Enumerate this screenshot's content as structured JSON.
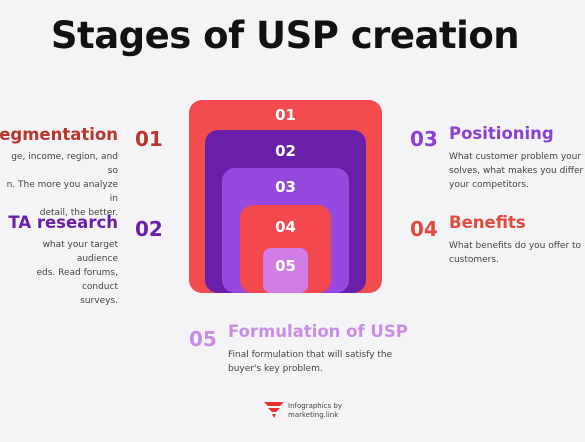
{
  "title": "Stages of USP creation",
  "colors": {
    "stage1": "#f24c4f",
    "stage2": "#6a1fa8",
    "stage3": "#9648df",
    "stage4": "#f2484e",
    "stage5": "#d27de6"
  },
  "stages": [
    {
      "num": "01",
      "heading": "segmentation",
      "desc": [
        "ge, income, region, and so",
        "n. The more you analyze in",
        "detail, the better."
      ]
    },
    {
      "num": "02",
      "heading": "TA research",
      "desc": [
        "what your target audience",
        "eds. Read forums, conduct",
        "surveys."
      ]
    },
    {
      "num": "03",
      "heading": "Positioning",
      "desc": [
        "What customer problem your",
        "solves, what makes you differ",
        "your competitors."
      ]
    },
    {
      "num": "04",
      "heading": "Benefits",
      "desc": [
        "What benefits do you offer to",
        "customers."
      ]
    },
    {
      "num": "05",
      "heading": "Formulation of USP",
      "desc": [
        "Final formulation that will satisfy the",
        "buyer's key problem."
      ]
    }
  ],
  "boxes": [
    "01",
    "02",
    "03",
    "04",
    "05"
  ],
  "logo": {
    "line1": "Infographics by",
    "line2": "marketing.link",
    "icon": "marketing-link-logo-icon"
  }
}
